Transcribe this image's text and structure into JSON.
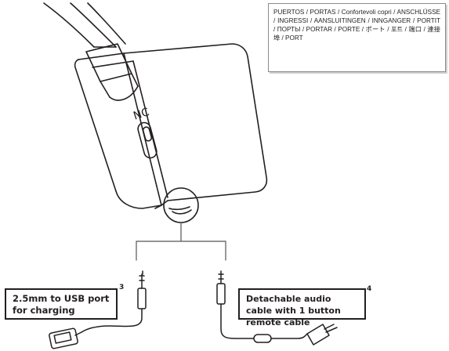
{
  "ports_label": "PUERTOS / PORTAS / Confortevoli copri / ANSCHLÜSSE / INGRESSI / AANSLUITINGEN / INNGANGER / PORTIT / ПОРТЫ / PORTAR / PORTE / ポート / 포트 / 端口 / 連接埠 / PORT",
  "earcup_marking": "NC",
  "callouts": {
    "usb": {
      "number": "3",
      "text": "2.5mm to USB port for charging"
    },
    "audio": {
      "number": "4",
      "text": "Detachable audio cable with 1 button remote cable"
    }
  }
}
